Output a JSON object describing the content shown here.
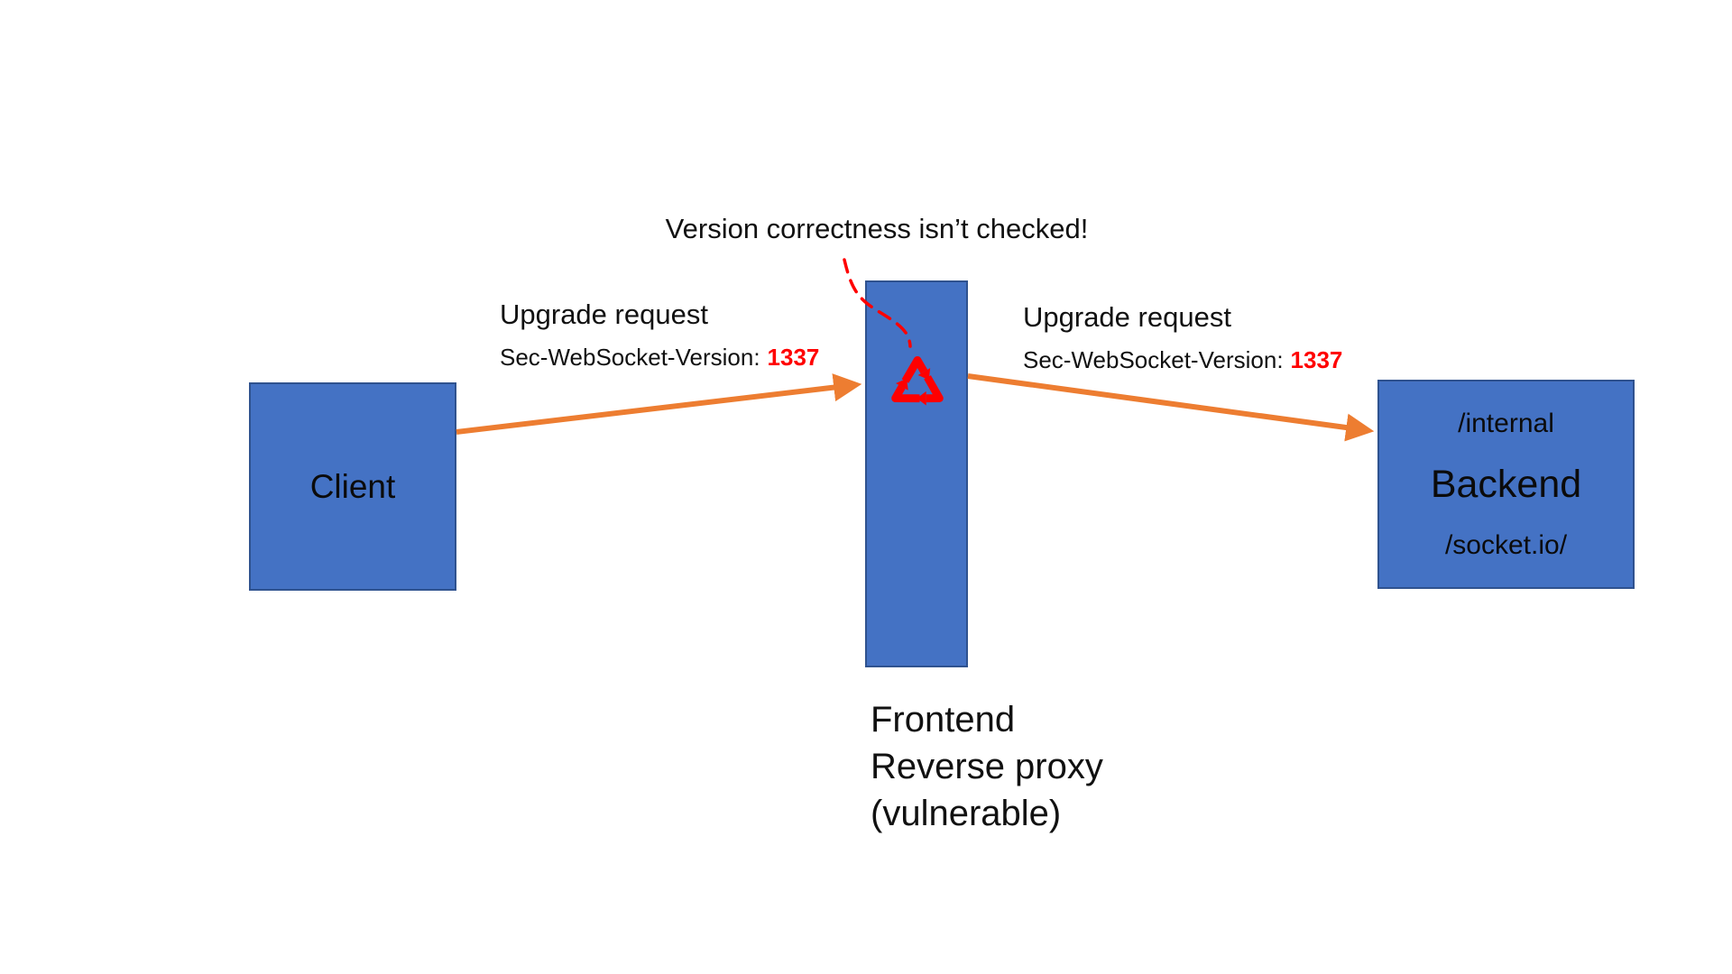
{
  "annotation": {
    "text": "Version correctness isn’t checked!"
  },
  "nodes": {
    "client": {
      "label": "Client"
    },
    "proxy": {
      "lines": [
        "Frontend",
        "Reverse proxy",
        "(vulnerable)"
      ]
    },
    "backend": {
      "top_path": "/internal",
      "label": "Backend",
      "bottom_path": "/socket.io/"
    }
  },
  "arrows": {
    "left": {
      "title": "Upgrade request",
      "header_name": "Sec-WebSocket-Version:",
      "header_value": "1337"
    },
    "right": {
      "title": "Upgrade request",
      "header_name": "Sec-WebSocket-Version:",
      "header_value": "1337"
    }
  },
  "icons": {
    "recycle": "recycle-icon"
  },
  "colors": {
    "box_fill": "#4472C4",
    "box_border": "#2F528F",
    "arrow": "#ED7D31",
    "alert": "#FF0000"
  }
}
